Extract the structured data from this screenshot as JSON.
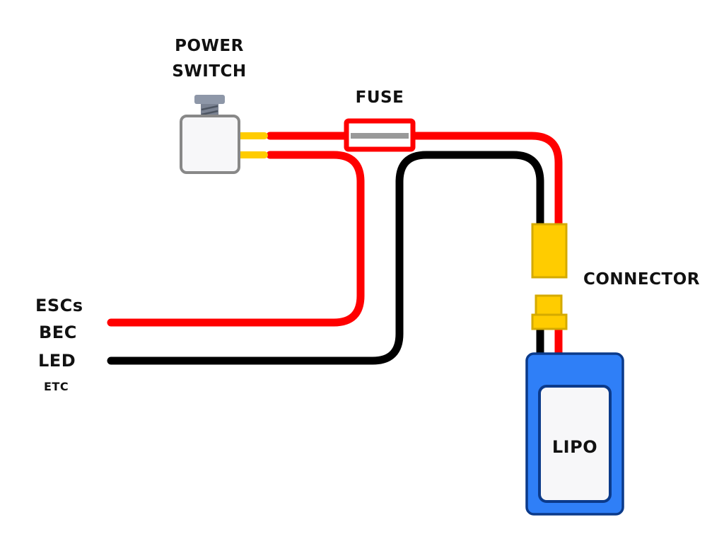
{
  "labels": {
    "power_switch_line1": "POWER",
    "power_switch_line2": "SWITCH",
    "fuse": "FUSE",
    "connector": "CONNECTOR",
    "loads": [
      "ESCs",
      "BEC",
      "LED",
      "ETC"
    ],
    "battery": "LIPO"
  },
  "colors": {
    "positive_wire": "#ff0000",
    "negative_wire": "#000000",
    "connector_fill": "#ffcc00",
    "connector_stroke": "#d4aa00",
    "battery_fill": "#2f7ff7",
    "battery_stroke": "#0b3a8a",
    "panel_fill": "#f7f7f9",
    "switch_stroke": "#888888",
    "switch_cap": "#8e97a8",
    "fuse_element": "#999999",
    "switch_terminal": "#ffcc00"
  }
}
